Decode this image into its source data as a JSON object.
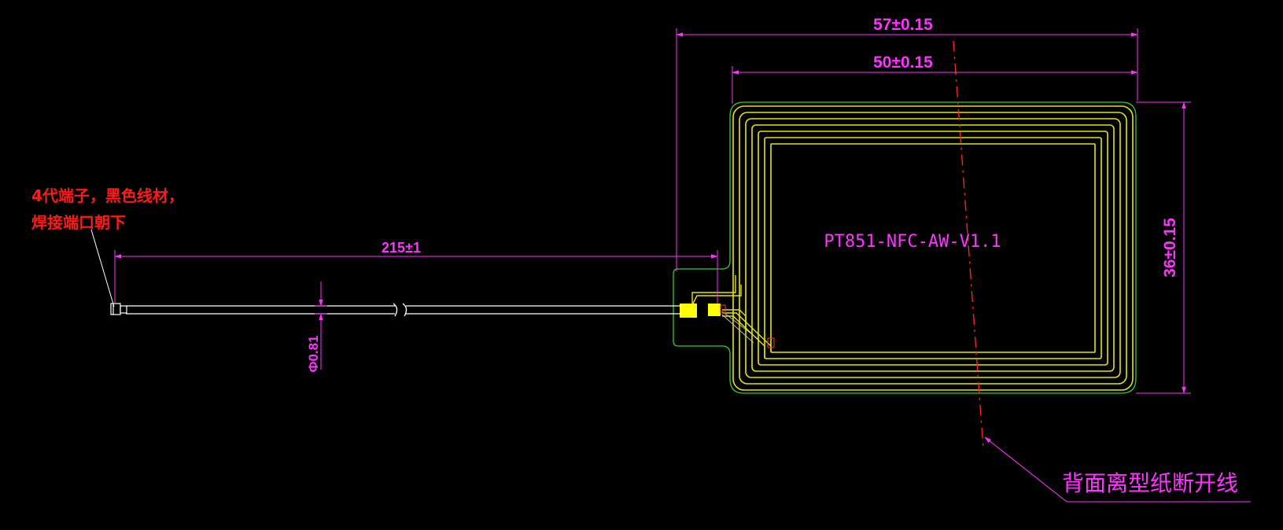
{
  "dimensions": {
    "overall_width": "57±0.15",
    "coil_width": "50±0.15",
    "coil_height": "36±0.15",
    "cable_length": "215±1",
    "cable_diameter": "Φ0.81"
  },
  "part_label": "PT851-NFC-AW-V1.1",
  "notes": {
    "connector_line1": "4代端子，黑色线材，",
    "connector_line2": "焊接端口朝下",
    "break_line": "背面离型纸断开线"
  },
  "colors": {
    "background": "#000000",
    "dimension": "#ff33ff",
    "note": "#ff1a1a",
    "outline": "#33cc33",
    "coil": "#e6e600",
    "cable": "#ffffff",
    "pad": "#ffff00",
    "break_line": "#ff2020"
  }
}
